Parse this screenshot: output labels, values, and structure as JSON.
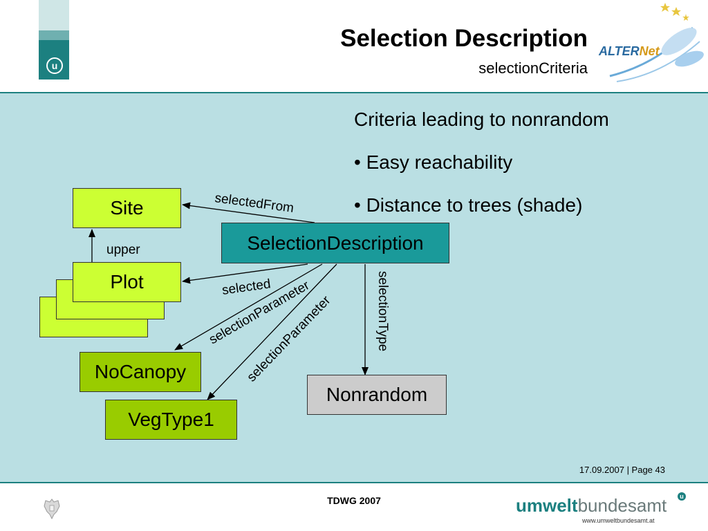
{
  "header": {
    "title": "Selection Description",
    "subtitle": "selectionCriteria",
    "logo_letter": "u",
    "partner_logo": {
      "text_main": "ALTER",
      "text_accent": "Net"
    }
  },
  "criteria": {
    "heading": "Criteria leading to nonrandom",
    "bullets": [
      "• Easy reachability",
      "• Distance to trees (shade)"
    ]
  },
  "diagram": {
    "nodes": {
      "site": "Site",
      "plot_back2": "Plot",
      "plot_back1": "Plot",
      "plot": "Plot",
      "selection_description": "SelectionDescription",
      "nocanopy": "NoCanopy",
      "vegtype1": "VegType1",
      "nonrandom": "Nonrandom"
    },
    "edges": {
      "selected_from": "selectedFrom",
      "upper": "upper",
      "selected": "selected",
      "selection_parameter_1": "selectionParameter",
      "selection_parameter_2": "selectionParameter",
      "selection_type": "selectionType"
    }
  },
  "footer": {
    "date_page": "17.09.2007 | Page 43",
    "center": "TDWG 2007",
    "brand_bold": "umwelt",
    "brand_light": "bundesamt",
    "brand_letter": "u",
    "url": "www.umweltbundesamt.at"
  },
  "colors": {
    "teal": "#1c8080",
    "background": "#badfe3",
    "lime": "#ccff33",
    "green": "#99cc00",
    "gray": "#cccccc"
  }
}
